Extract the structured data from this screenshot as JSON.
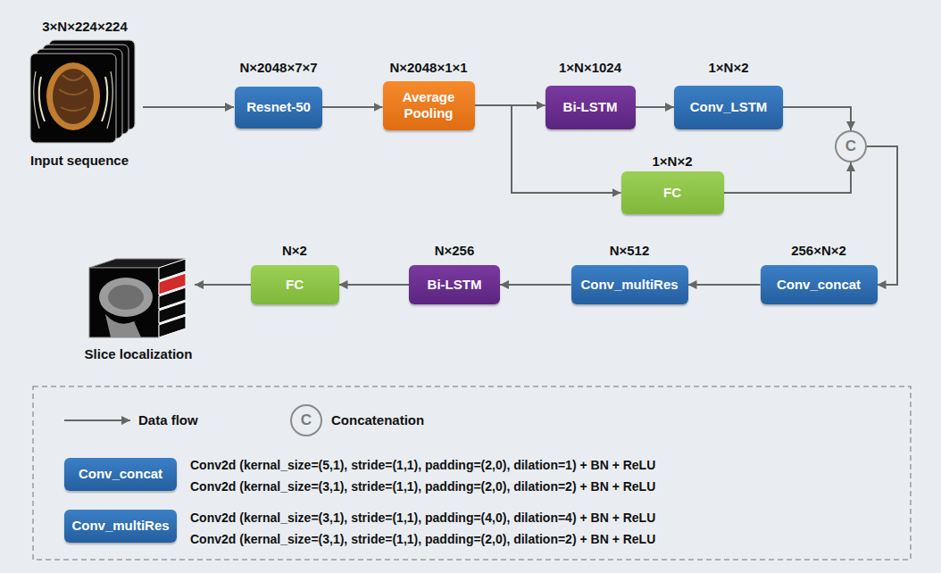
{
  "diagram": {
    "nodes": [
      {
        "text": [
          "Resnet-50"
        ]
      },
      {
        "text": [
          "Average Pooling"
        ]
      },
      {
        "text": [
          "Bi-LSTM"
        ]
      },
      {
        "text": [
          "Conv_LSTM"
        ]
      },
      {
        "text": [
          "FC"
        ]
      },
      {
        "text": [
          "C"
        ]
      },
      {
        "text": [
          "Conv_concat"
        ]
      },
      {
        "text": [
          "Conv_multiRes"
        ]
      },
      {
        "text": [
          "Bi-LSTM"
        ]
      },
      {
        "text": [
          "FC"
        ]
      },
      {
        "text": [
          "C"
        ]
      },
      {
        "text": [
          "Conv_concat"
        ]
      },
      {
        "text": [
          "Conv_multiRes"
        ]
      }
    ],
    "edges": [
      {
        "from": 0,
        "to": 1,
        "arrow": "to"
      },
      {
        "from": 1,
        "to": 2,
        "arrow": "to"
      },
      {
        "from": 2,
        "to": 3,
        "arrow": "to"
      },
      {
        "from": 3,
        "to": 5,
        "arrow": "to"
      },
      {
        "from": 1,
        "to": 4,
        "arrow": "to"
      },
      {
        "from": 4,
        "to": 5,
        "arrow": "to"
      },
      {
        "from": 5,
        "to": 6,
        "arrow": "to"
      },
      {
        "from": 6,
        "to": 7,
        "arrow": "to"
      },
      {
        "from": 7,
        "to": 8,
        "arrow": "to"
      },
      {
        "from": 8,
        "to": 9,
        "arrow": "to"
      }
    ],
    "labels": [
      "3×N×224×224",
      "N×2048×7×7",
      "N×2048×1×1",
      "1×N×1024",
      "1×N×2",
      "Input sequence",
      "1×N×2",
      "N×2",
      "N×256",
      "N×512",
      "256×N×2",
      "Slice localization",
      "Conv2d (kernal_size=(5,1), stride=(1,1), padding=(2,0), dilation=1) + BN + ReLU",
      "Conv2d (kernal_size=(3,1), stride=(1,1), padding=(2,0), dilation=2) + BN + ReLU",
      "Conv2d (kernal_size=(3,1), stride=(1,1), padding=(4,0), dilation=4) + BN + ReLU",
      "Conv2d (kernal_size=(3,1), stride=(1,1), padding=(2,0), dilation=2) + BN + ReLU"
    ],
    "legend": [
      {
        "text": "Data flow"
      },
      {
        "text": "Concatenation"
      }
    ]
  }
}
